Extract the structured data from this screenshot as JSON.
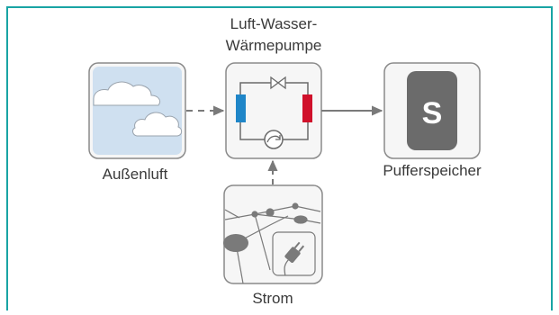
{
  "diagram": {
    "nodes": {
      "outdoor_air": {
        "label": "Außenluft"
      },
      "heat_pump": {
        "label_line1": "Luft-Wasser-",
        "label_line2": "Wärmepumpe"
      },
      "buffer_storage": {
        "label": "Pufferspeicher",
        "tank_letter": "S"
      },
      "power": {
        "label": "Strom"
      }
    },
    "colors": {
      "frame_border": "#19a4a4",
      "node_fill": "#f6f6f6",
      "node_border": "#8a8a8a",
      "sky": "#cfe0f0",
      "cold_side": "#1f86c8",
      "hot_side": "#d0112b",
      "tank": "#6b6b6b",
      "arrow": "#7a7a7a"
    },
    "icons": [
      "cloud-icon",
      "expansion-valve-icon",
      "compressor-icon",
      "storage-tank-icon",
      "power-grid-icon",
      "power-plug-icon"
    ]
  }
}
